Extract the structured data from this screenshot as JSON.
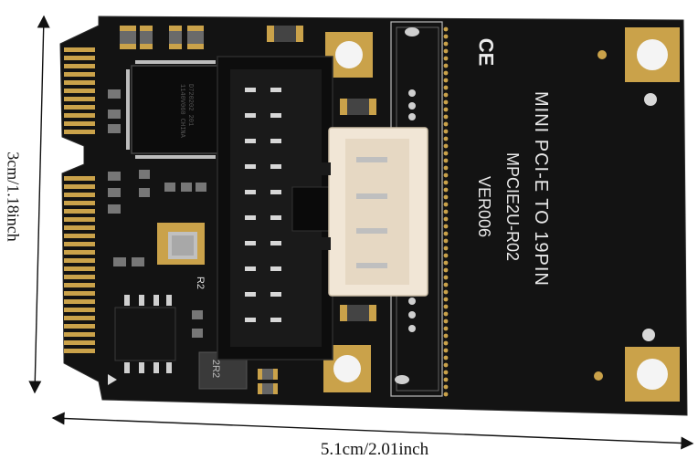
{
  "image": {
    "subject": "Mini PCI-E to 19-pin USB 3.0 header adapter card",
    "board": {
      "silkscreen_title": "MINI PCI-E TO 19PIN",
      "silkscreen_model": "MPCIE2U-R02",
      "silkscreen_version": "VER006",
      "ce_mark": "CE",
      "chip_marking": "D720202 201 1140V060 CHINA",
      "component_label_r2": "R2",
      "inductor_label": "2R2"
    },
    "dimensions": {
      "width_label": "5.1cm/2.01inch",
      "height_label": "3cm/1.18inch"
    },
    "colors": {
      "pcb": "#111111",
      "gold": "#caa24a",
      "connector_white": "#f1e6d6",
      "background": "#ffffff"
    }
  }
}
